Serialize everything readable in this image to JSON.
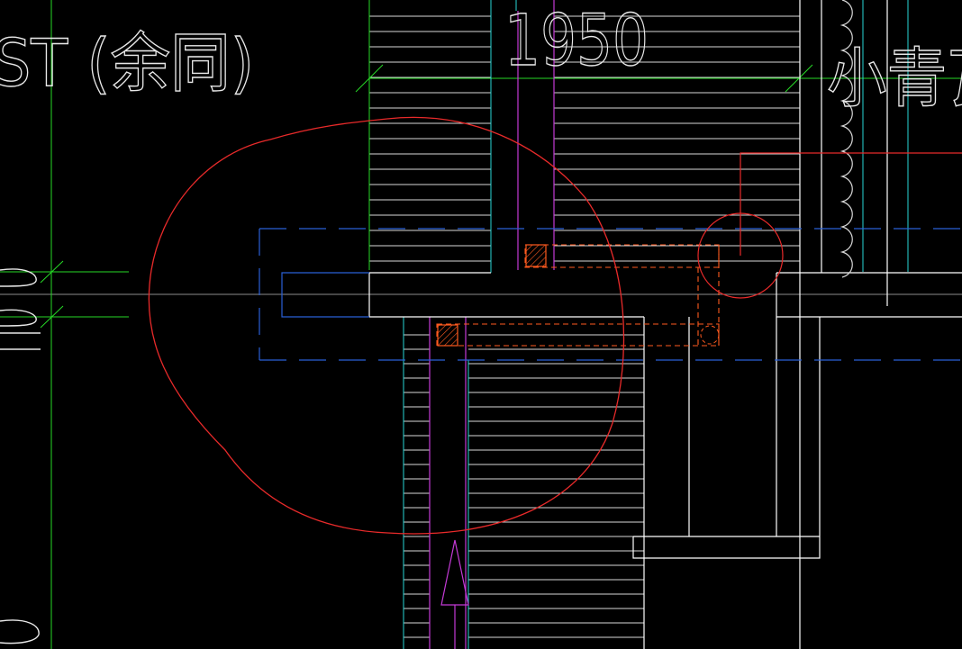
{
  "viewport": {
    "background": "#000000"
  },
  "layer_colors": {
    "grid_white": "#d8d8d8",
    "axis_green": "#26d926",
    "cyan": "#29d6d6",
    "magenta": "#c43ad6",
    "red": "#e82a2a",
    "orange": "#ff5a1f",
    "blue_dashed": "#2a5fd6",
    "grey": "#8c8c8c"
  },
  "annotations": {
    "top_left_note": "ST (余同)",
    "dimension_value": "1950",
    "material_label": "小青瓦"
  },
  "icons": {
    "hatch": "hatch-block-icon",
    "arrow": "up-arrow-icon"
  }
}
